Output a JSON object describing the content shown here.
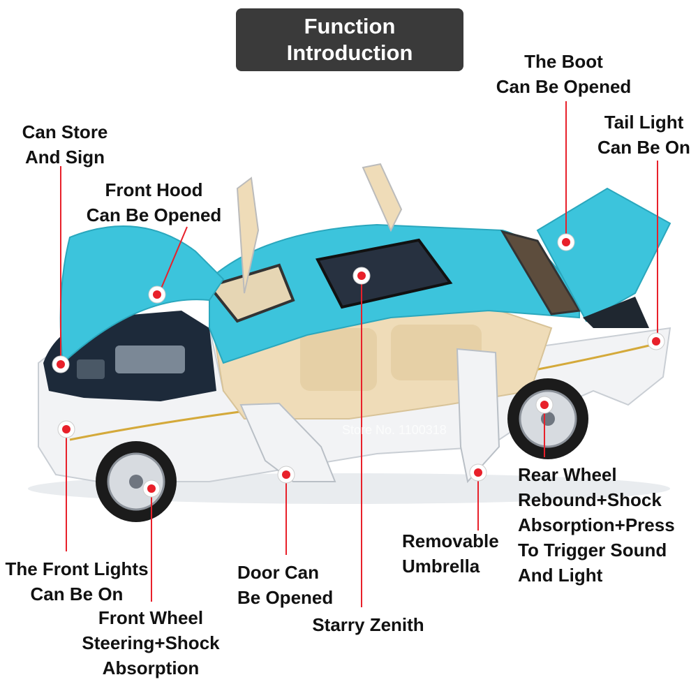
{
  "title": {
    "line1": "Function",
    "line2": "Introduction"
  },
  "colors": {
    "body_cyan": "#3cc4dc",
    "body_white": "#f2f3f5",
    "interior_cream": "#efdcb8",
    "marker_red": "#e8202a",
    "title_bg": "#3a3a3a"
  },
  "labels": {
    "boot": [
      "The Boot",
      "Can Be Opened"
    ],
    "tail_light": [
      "Tail Light",
      "Can Be On"
    ],
    "store_sign": [
      "Can Store",
      "And Sign"
    ],
    "front_hood": [
      "Front Hood",
      "Can Be Opened"
    ],
    "rear_wheel": [
      "Rear Wheel",
      "Rebound+Shock",
      "Absorption+Press",
      "To Trigger Sound",
      "And Light"
    ],
    "umbrella": [
      "Removable",
      "Umbrella"
    ],
    "front_lights": [
      "The Front Lights",
      "Can Be On"
    ],
    "door": [
      "Door Can",
      "Be Opened"
    ],
    "starry": [
      "Starry Zenith"
    ],
    "front_wheel": [
      "Front Wheel",
      "Steering+Shock",
      "Absorption"
    ]
  },
  "watermark": "Store No. 1100318"
}
